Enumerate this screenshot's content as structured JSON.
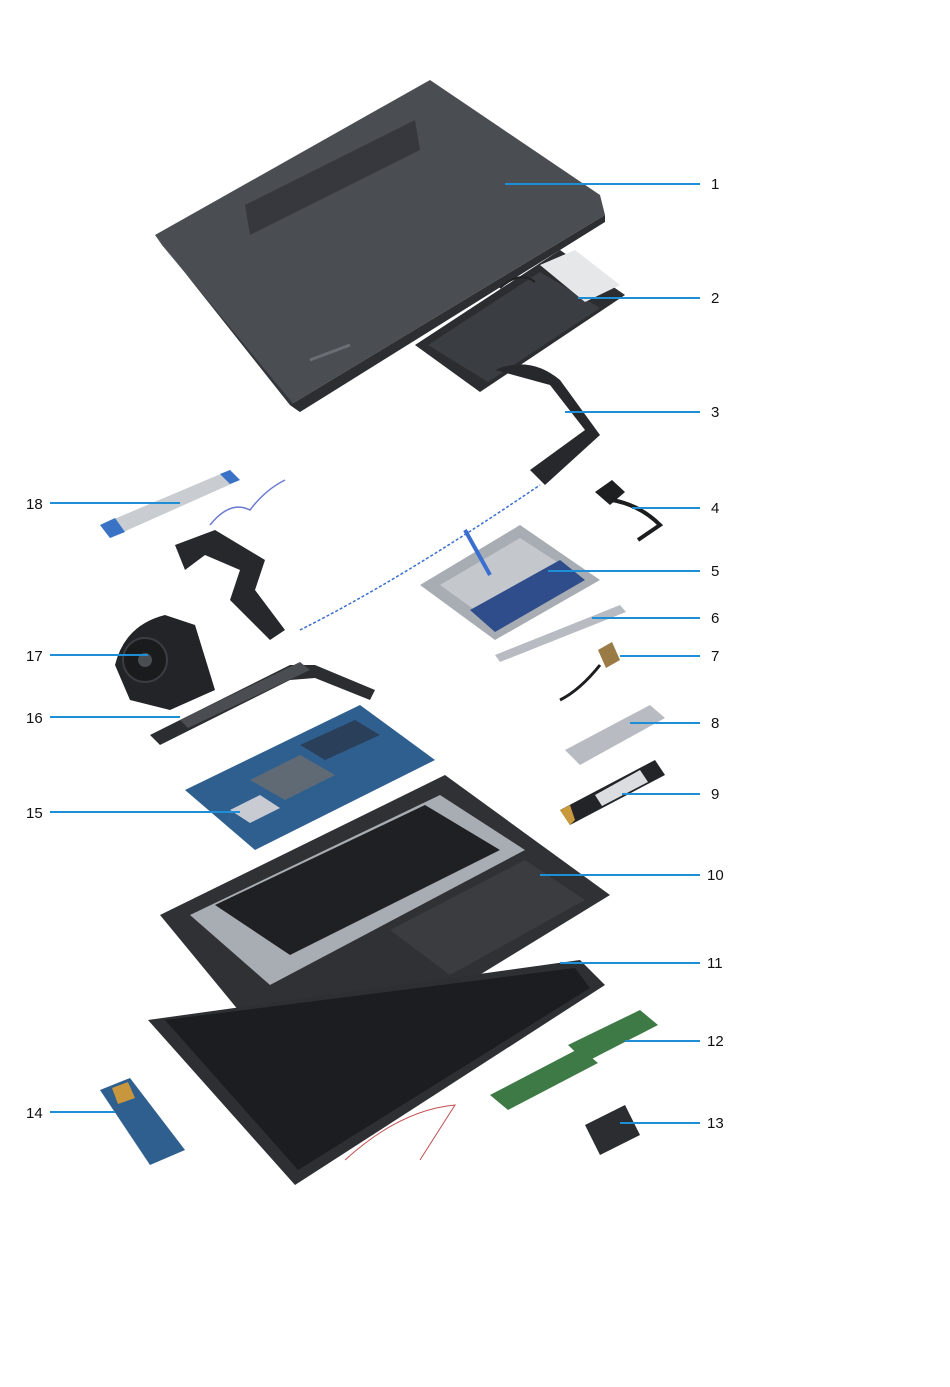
{
  "diagram": {
    "callouts": [
      {
        "number": "1"
      },
      {
        "number": "2"
      },
      {
        "number": "3"
      },
      {
        "number": "4"
      },
      {
        "number": "5"
      },
      {
        "number": "6"
      },
      {
        "number": "7"
      },
      {
        "number": "8"
      },
      {
        "number": "9"
      },
      {
        "number": "10"
      },
      {
        "number": "11"
      },
      {
        "number": "12"
      },
      {
        "number": "13"
      },
      {
        "number": "14"
      },
      {
        "number": "15"
      },
      {
        "number": "16"
      },
      {
        "number": "17"
      },
      {
        "number": "18"
      }
    ],
    "colors": {
      "leader_line": "#1e8fd6",
      "label_text": "#111111",
      "base_cover": "#4a4d52",
      "metal": "#b8bcc2",
      "dark_metal": "#2e3034",
      "pcb_blue": "#2f5f8f",
      "ram_green": "#3e7a45",
      "battery": "#2b2d30"
    }
  }
}
